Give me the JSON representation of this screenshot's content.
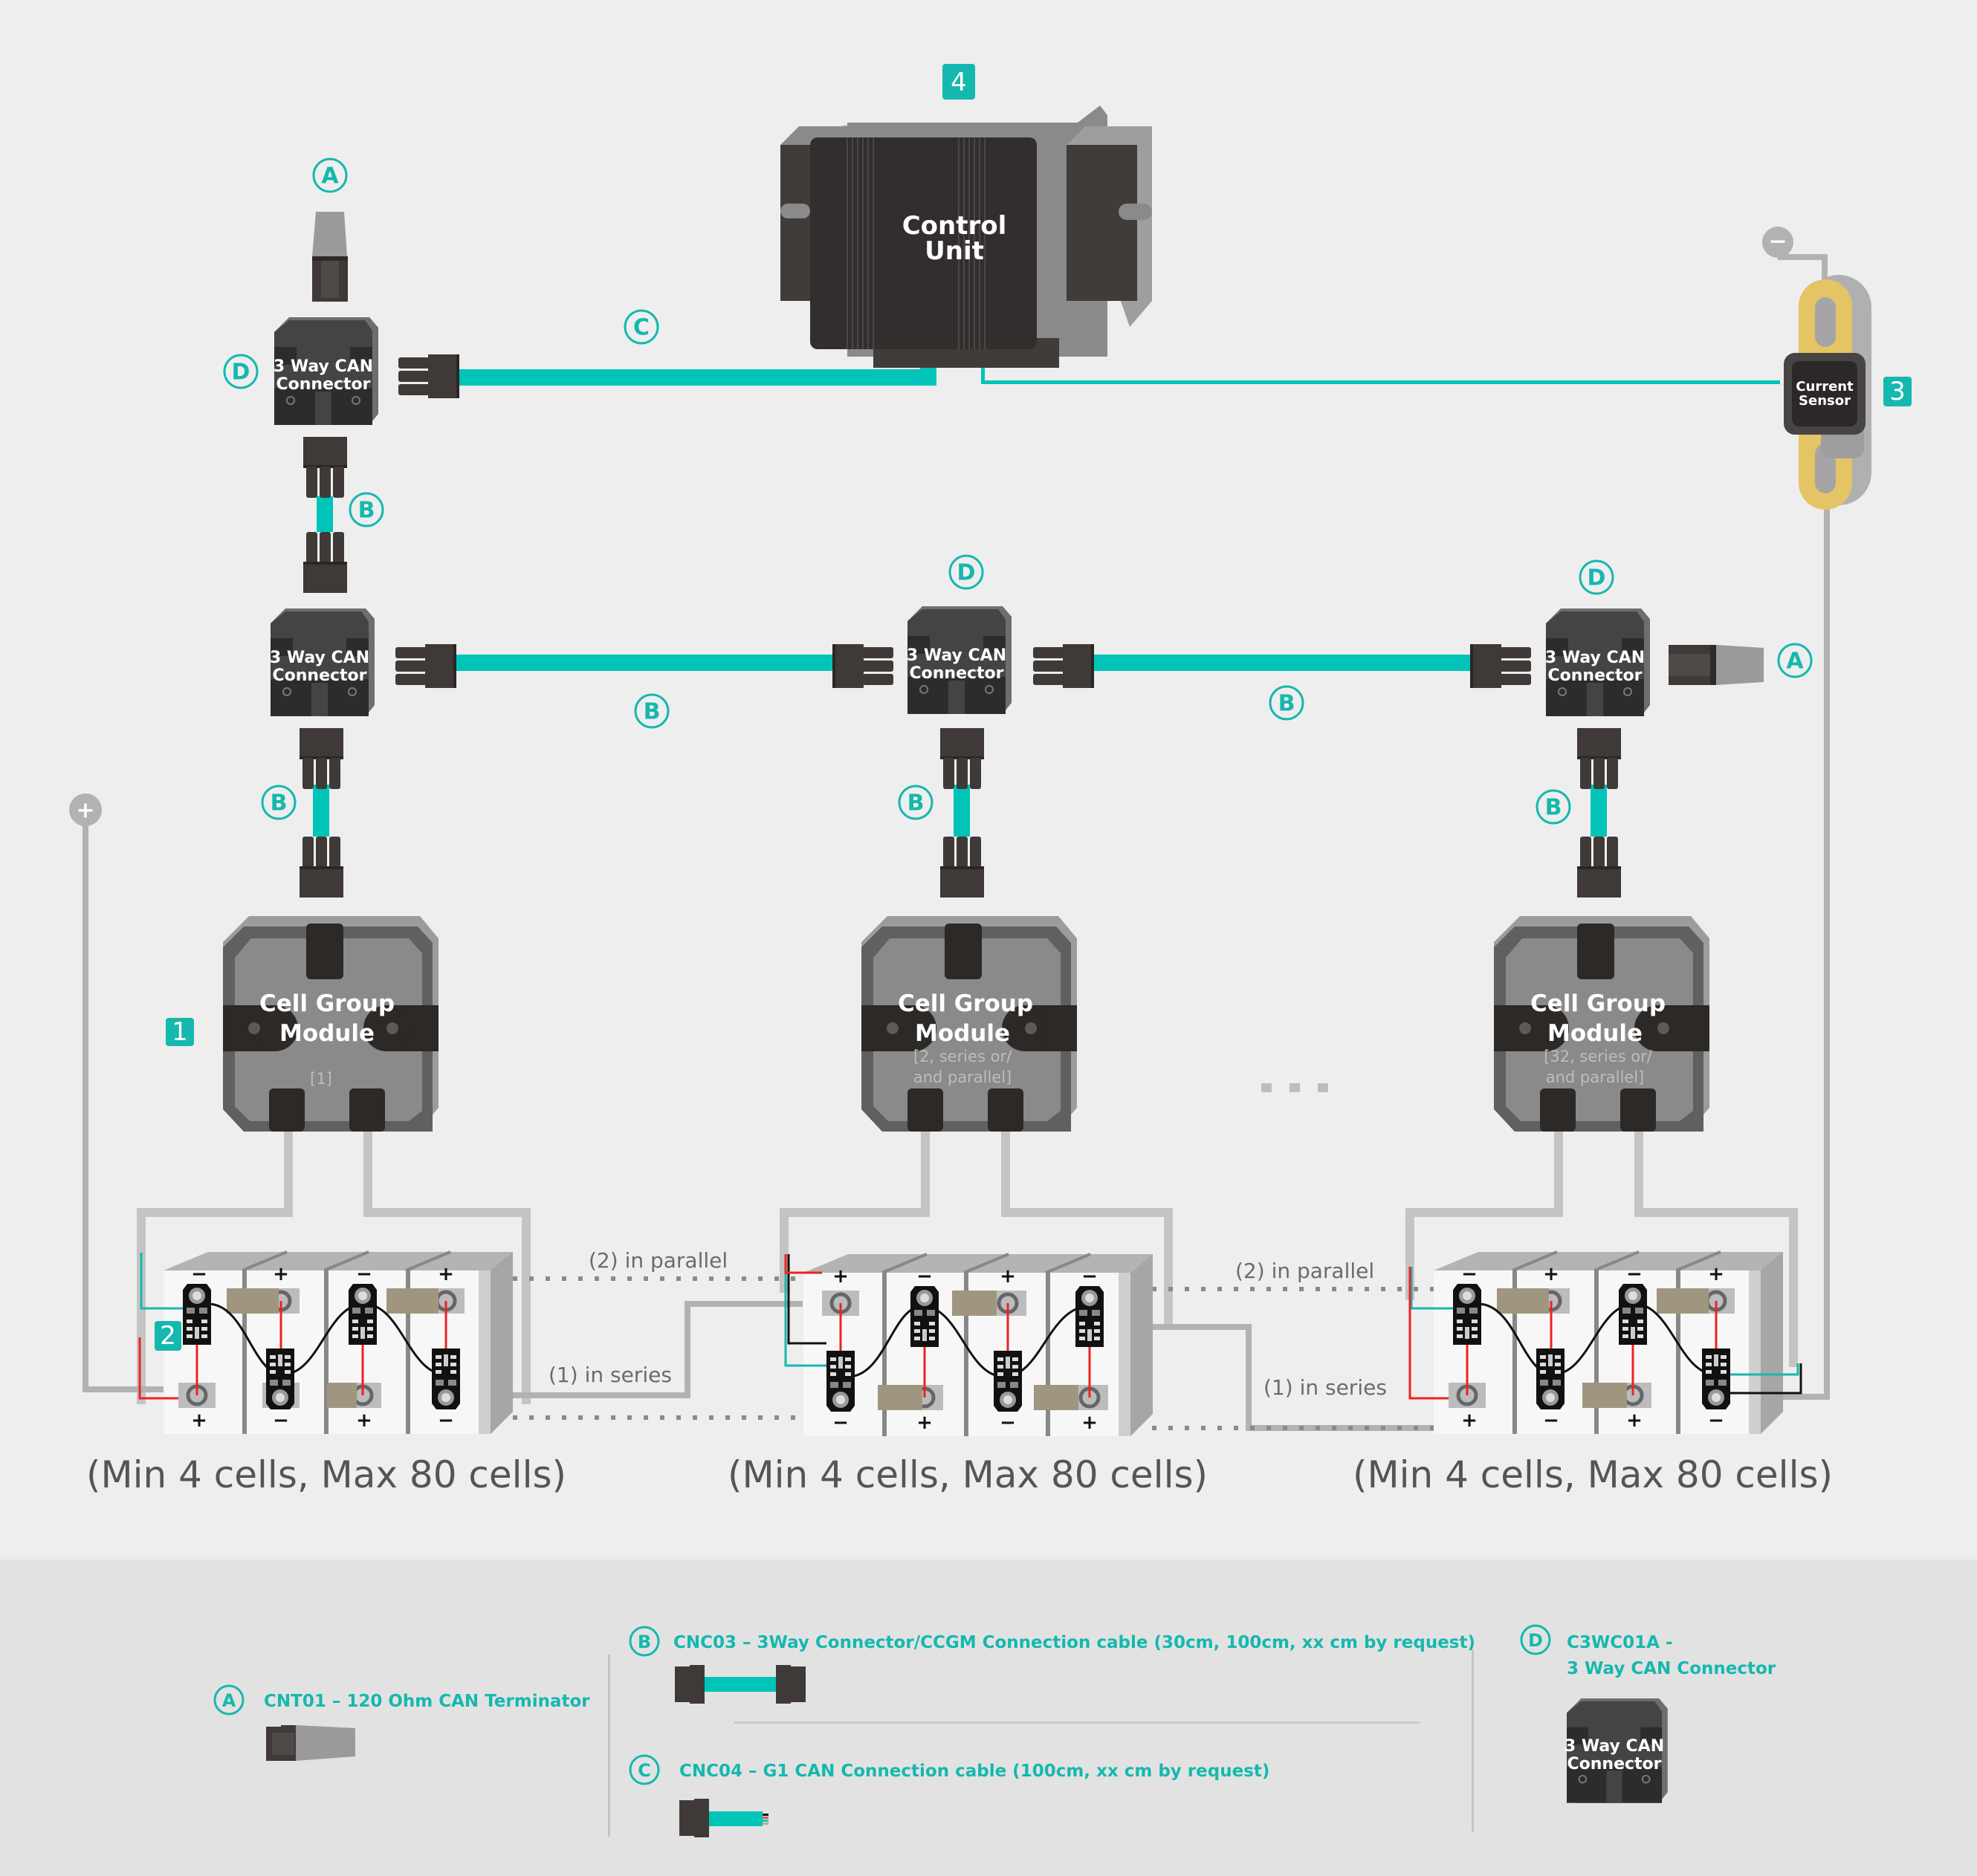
{
  "diagram": {
    "control_unit": {
      "badge": "4",
      "title_line1": "Control",
      "title_line2": "Unit"
    },
    "current_sensor": {
      "badge": "3",
      "title_line1": "Current",
      "title_line2": "Sensor",
      "terminal": "−"
    },
    "main_positive_terminal": "+",
    "three_way_connector": {
      "line1": "3 Way CAN",
      "line2": "Connector"
    },
    "cell_group_modules": [
      {
        "badge": "1",
        "title_line1": "Cell Group",
        "title_line2": "Module",
        "sub_line1": "[1]",
        "sub_line2": ""
      },
      {
        "badge": "",
        "title_line1": "Cell Group",
        "title_line2": "Module",
        "sub_line1": "[2, series or/",
        "sub_line2": "and parallel]"
      },
      {
        "badge": "",
        "title_line1": "Cell Group",
        "title_line2": "Module",
        "sub_line1": "[32, series or/",
        "sub_line2": "and parallel]"
      }
    ],
    "ellipsis": "...",
    "cell_module_badge": "2",
    "battery_packs": [
      {
        "caption": "(Min 4 cells, Max 80 cells)",
        "top_polarity": [
          "−",
          "+",
          "−",
          "+"
        ],
        "bottom_polarity": [
          "+",
          "−",
          "+",
          "−"
        ]
      },
      {
        "caption": "(Min 4 cells, Max 80 cells)",
        "top_polarity": [
          "+",
          "−",
          "+",
          "−"
        ],
        "bottom_polarity": [
          "−",
          "+",
          "−",
          "+"
        ]
      },
      {
        "caption": "(Min 4 cells, Max 80 cells)",
        "top_polarity": [
          "−",
          "+",
          "−",
          "+"
        ],
        "bottom_polarity": [
          "+",
          "−",
          "+",
          "−"
        ]
      }
    ],
    "wire_labels": {
      "parallel_1": "(2) in parallel",
      "series_1": "(1) in series",
      "parallel_2": "(2) in parallel",
      "series_2": "(1) in series"
    },
    "part_markers": {
      "A": "A",
      "B": "B",
      "C": "C",
      "D": "D"
    }
  },
  "legend": {
    "A": {
      "letter": "A",
      "text": "CNT01 – 120 Ohm CAN Terminator"
    },
    "B": {
      "letter": "B",
      "text": "CNC03 – 3Way Connector/CCGM Connection cable (30cm, 100cm, xx cm by request)"
    },
    "C": {
      "letter": "C",
      "text": "CNC04 – G1 CAN Connection cable (100cm, xx cm by request)"
    },
    "D": {
      "letter": "D",
      "text_line1": "C3WC01A -",
      "text_line2": "3 Way CAN Connector",
      "device_line1": "3 Way CAN",
      "device_line2": "Connector"
    }
  },
  "colors": {
    "teal": "#15b8ae",
    "cable": "#00c4b8",
    "background": "#eeeeee",
    "legend_background": "#e2e2e2",
    "device_dark": "#333030",
    "current_sensor_busbar": "#e5c466"
  }
}
